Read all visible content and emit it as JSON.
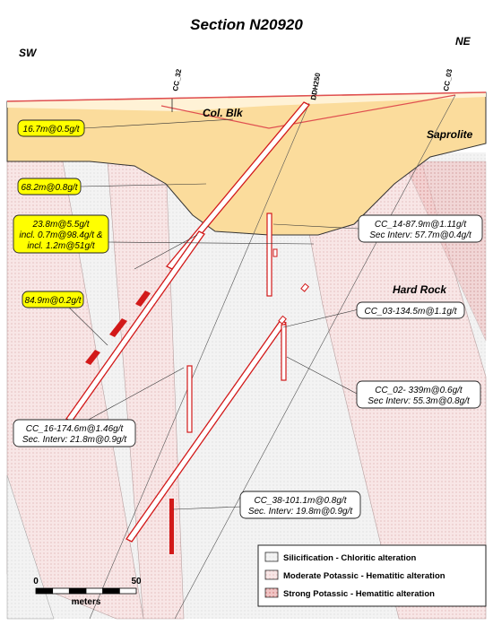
{
  "title": "Section N20920",
  "orientation": {
    "left": "SW",
    "right": "NE"
  },
  "drillholes": [
    "CC_32",
    "DDH250",
    "CC_03"
  ],
  "units": {
    "col_blk": "Col. Blk",
    "saprolite": "Saprolite",
    "hard_rock": "Hard Rock"
  },
  "intercepts_left": [
    {
      "lines": [
        "16.7m@0.5g/t"
      ],
      "style": "yellow"
    },
    {
      "lines": [
        "68.2m@0.8g/t"
      ],
      "style": "yellow"
    },
    {
      "lines": [
        "23.8m@5.5g/t",
        "incl. 0.7m@98.4g/t &",
        "incl. 1.2m@51g/t"
      ],
      "style": "yellow"
    },
    {
      "lines": [
        "84.9m@0.2g/t"
      ],
      "style": "yellow"
    },
    {
      "lines": [
        "CC_16-174.6m@1.46g/t",
        "Sec. Interv: 21.8m@0.9g/t"
      ],
      "style": "white"
    }
  ],
  "intercepts_right": [
    {
      "lines": [
        "CC_14-87.9m@1.11g/t",
        "Sec Interv: 57.7m@0.4g/t"
      ]
    },
    {
      "lines": [
        "CC_03-134.5m@1.1g/t"
      ]
    },
    {
      "lines": [
        "CC_02- 339m@0.6g/t",
        "Sec Interv: 55.3m@0.8g/t"
      ]
    },
    {
      "lines": [
        "CC_38-101.1m@0.8g/t",
        "Sec. Interv: 19.8m@0.9g/t"
      ]
    }
  ],
  "legend": [
    {
      "label": "Silicification - Chloritic alteration",
      "swatch": "#c8c8c8"
    },
    {
      "label": "Moderate Potassic - Hematitic alteration",
      "swatch": "#f3dcdc"
    },
    {
      "label": "Strong Potassic - Hematitic alteration",
      "swatch": "#e07a7a"
    }
  ],
  "scale": {
    "start": "0",
    "end": "50",
    "unit": "meters"
  },
  "colors": {
    "saprolite": "#fbdc9c",
    "yellow_box": "#ffff00",
    "drill_red": "#d21919",
    "moderate": "#f7e4e4",
    "strong": "#e8a0a0",
    "section_line": "#e05050"
  }
}
